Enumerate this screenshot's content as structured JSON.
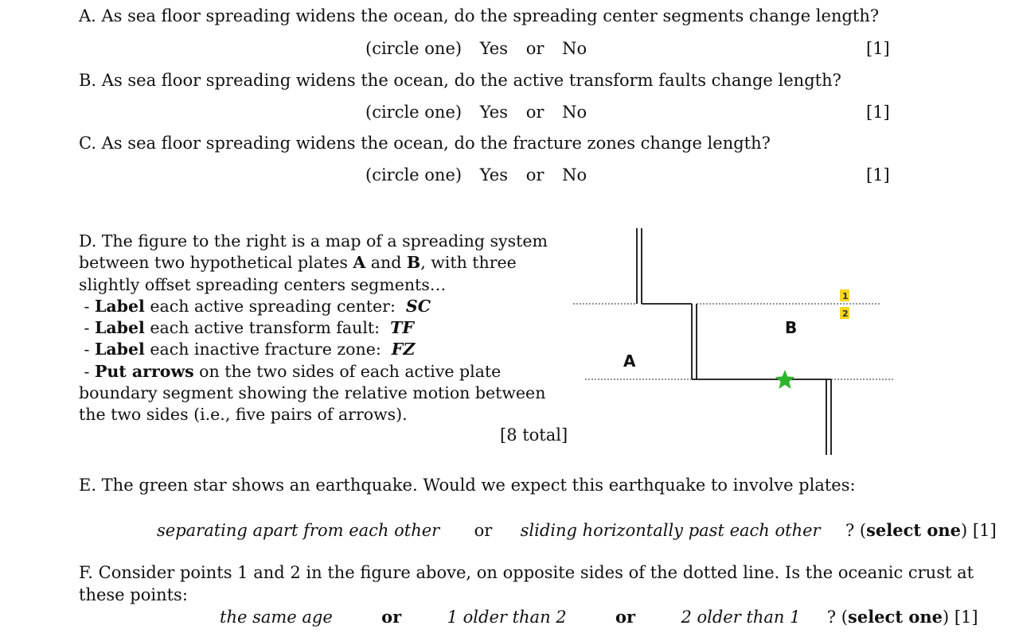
{
  "questions": {
    "a": {
      "text": "A. As sea floor spreading widens the ocean, do the spreading center segments change length?"
    },
    "b": {
      "text": "B. As sea floor spreading widens the ocean, do the active transform faults change length?"
    },
    "c": {
      "text": "C. As sea floor spreading widens the ocean, do the fracture zones change length?"
    },
    "choice": {
      "prompt": "(circle one)",
      "yes": "Yes",
      "or": "or",
      "no": "No"
    },
    "points": "[1]"
  },
  "d": {
    "l1": "D. The figure to the right is a map of a spreading system",
    "l2a": "between two hypothetical plates ",
    "plate_a": "A",
    "l2b": " and ",
    "plate_b": "B",
    "l2c": ", with three",
    "l3": "slightly offset spreading centers segments…",
    "label_word": "Label",
    "b1_pre": " - ",
    "b1_mid": " each active spreading center:  ",
    "b1_code": "SC",
    "b2_mid": " each active transform fault:  ",
    "b2_code": "TF",
    "b3_mid": " each inactive fracture zone:  ",
    "b3_code": "FZ",
    "b4_bold": "Put arrows",
    "b4_rest": " on the two sides of each active plate",
    "l8": "boundary segment showing the relative motion between",
    "l9": "the two sides (i.e., five pairs of arrows).",
    "total": "[8 total]"
  },
  "figure": {
    "plate_a": "A",
    "plate_b": "B",
    "point1": "1",
    "point2": "2",
    "line_color": "#111111",
    "star_color": "#2db42d",
    "tag_color": "#f5d61a"
  },
  "e": {
    "text": "E. The green star shows an earthquake. Would we expect this earthquake to involve plates:",
    "opt1": "separating apart from each other",
    "or": "or",
    "opt2": "sliding horizontally past each other",
    "q": "? (",
    "select": "select one",
    "tail": ") [1]"
  },
  "f": {
    "l1": "F. Consider points 1 and 2 in the figure above, on opposite sides of the dotted line. Is the oceanic crust at",
    "l2": "these points:",
    "opt1": "the same age",
    "or": "or",
    "opt2": "1 older than 2",
    "opt3": "2 older than 1",
    "q": "? (",
    "select": "select one",
    "tail": ") [1]"
  }
}
